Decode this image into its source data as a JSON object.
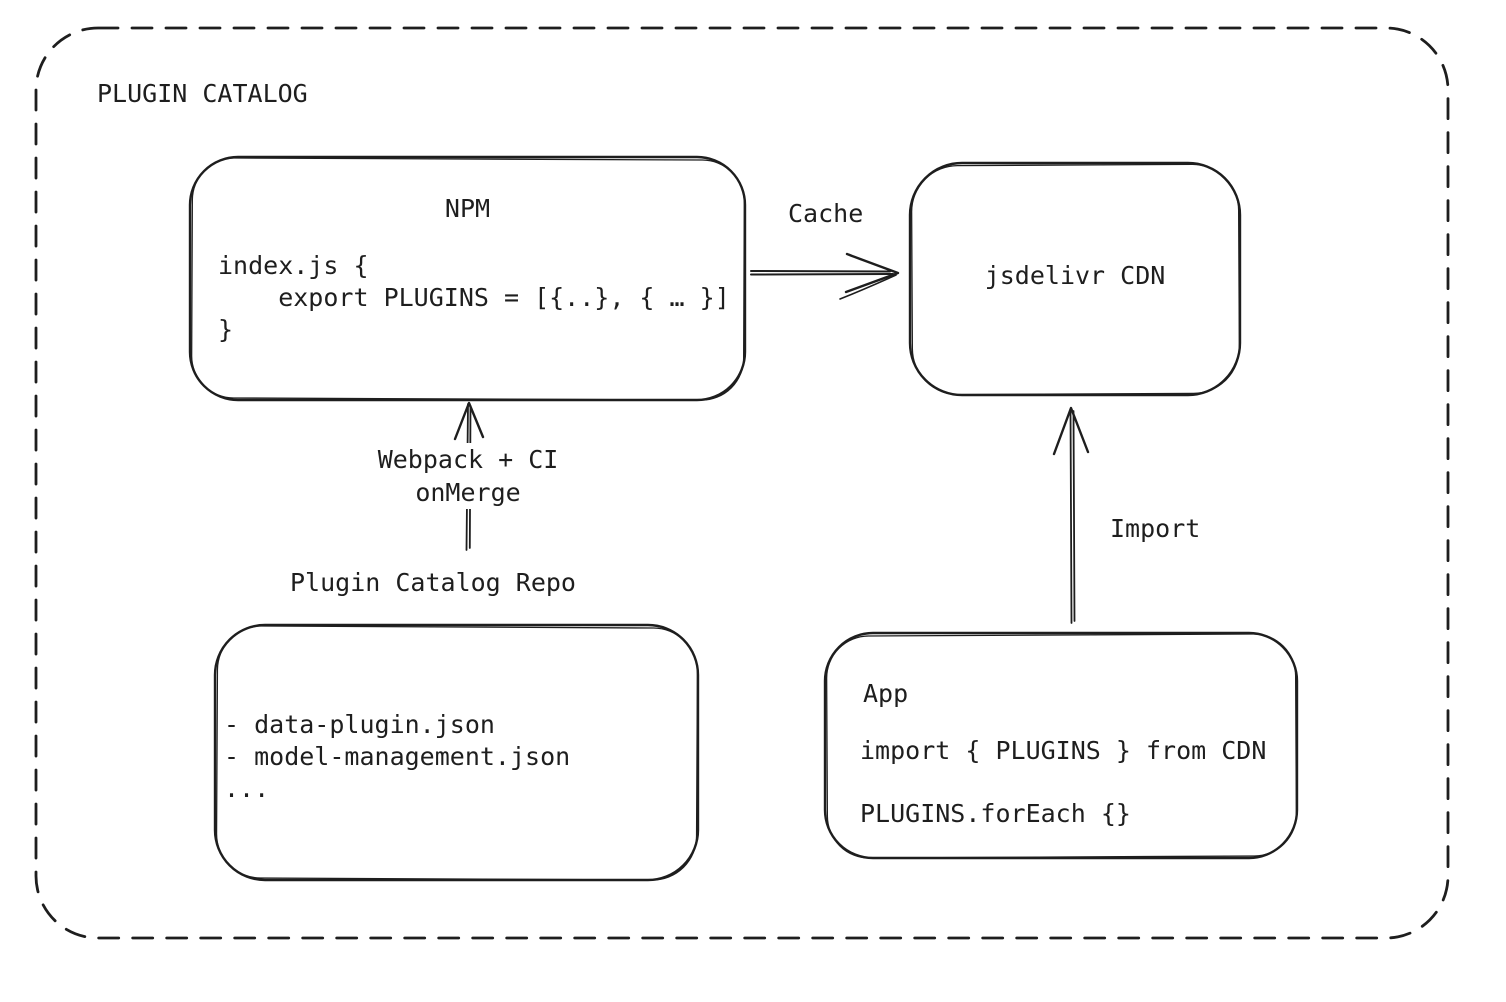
{
  "diagram": {
    "title": "PLUGIN CATALOG",
    "colors": {
      "stroke": "#1e1e1e",
      "background": "#ffffff"
    },
    "nodes": {
      "npm": {
        "title": "NPM",
        "code": [
          "index.js {",
          "    export PLUGINS = [{..}, { … }]",
          "}"
        ]
      },
      "cdn": {
        "label": "jsdelivr CDN"
      },
      "repo": {
        "label": "Plugin Catalog Repo",
        "items": [
          "- data-plugin.json",
          "- model-management.json",
          "..."
        ]
      },
      "app": {
        "title": "App",
        "code": [
          "import { PLUGINS } from CDN",
          "PLUGINS.forEach {}"
        ]
      }
    },
    "edges": {
      "cache": {
        "label": "Cache"
      },
      "build": {
        "label": "Webpack + CI\nonMerge"
      },
      "import": {
        "label": "Import"
      }
    }
  }
}
